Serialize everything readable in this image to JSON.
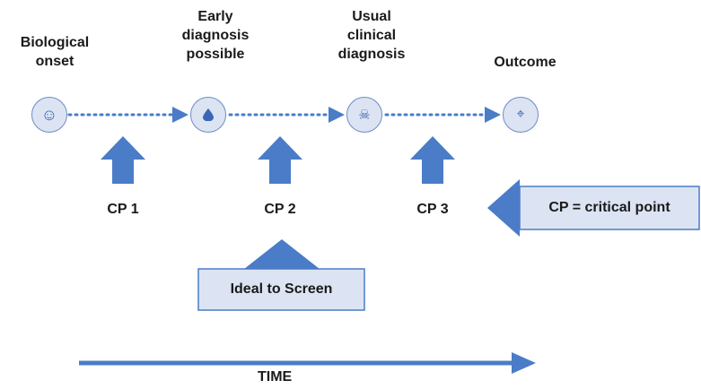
{
  "stages": [
    {
      "label": "Biological\nonset",
      "icon": "smiley-icon",
      "glyph": "☺"
    },
    {
      "label": "Early\ndiagnosis\npossible",
      "icon": "drop-icon",
      "glyph": "💧"
    },
    {
      "label": "Usual\nclinical\ndiagnosis",
      "icon": "skull-icon",
      "glyph": "☠"
    },
    {
      "label": "Outcome",
      "icon": "crosshair-icon",
      "glyph": "⌖"
    }
  ],
  "critical_points": [
    "CP 1",
    "CP 2",
    "CP 3"
  ],
  "ideal_callout": "Ideal to Screen",
  "legend_callout": "CP = critical point",
  "time_label": "TIME",
  "colors": {
    "arrow": "#4a7cc7",
    "node_fill": "#dce4f3",
    "node_border": "#6b8cc4",
    "callout_fill": "#dce4f3",
    "callout_border": "#4a7cc7",
    "dotted": "#4a7cc7"
  }
}
